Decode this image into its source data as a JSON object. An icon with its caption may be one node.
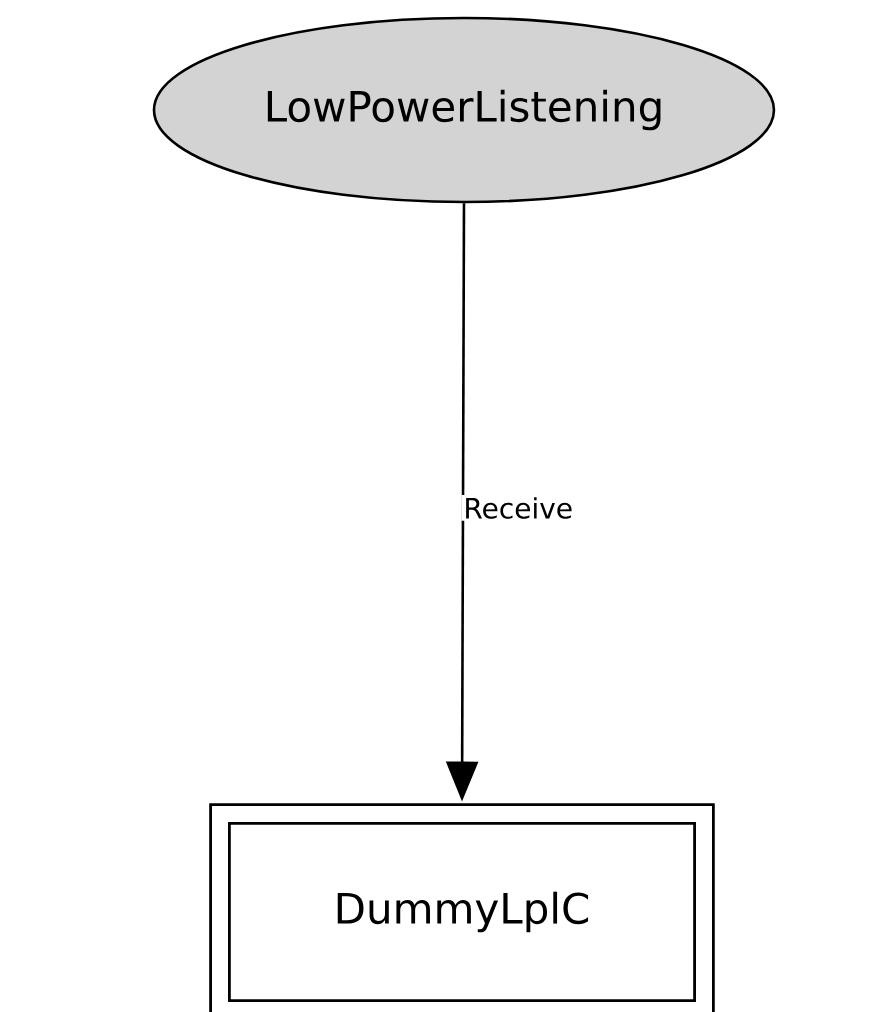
{
  "diagram": {
    "nodes": [
      {
        "text": [
          "LowPowerListening"
        ]
      },
      {
        "text": [
          "DummyLplC"
        ]
      }
    ],
    "edges": [
      {
        "from": 0,
        "to": 1,
        "arrow": "to",
        "label": "Receive"
      }
    ]
  }
}
